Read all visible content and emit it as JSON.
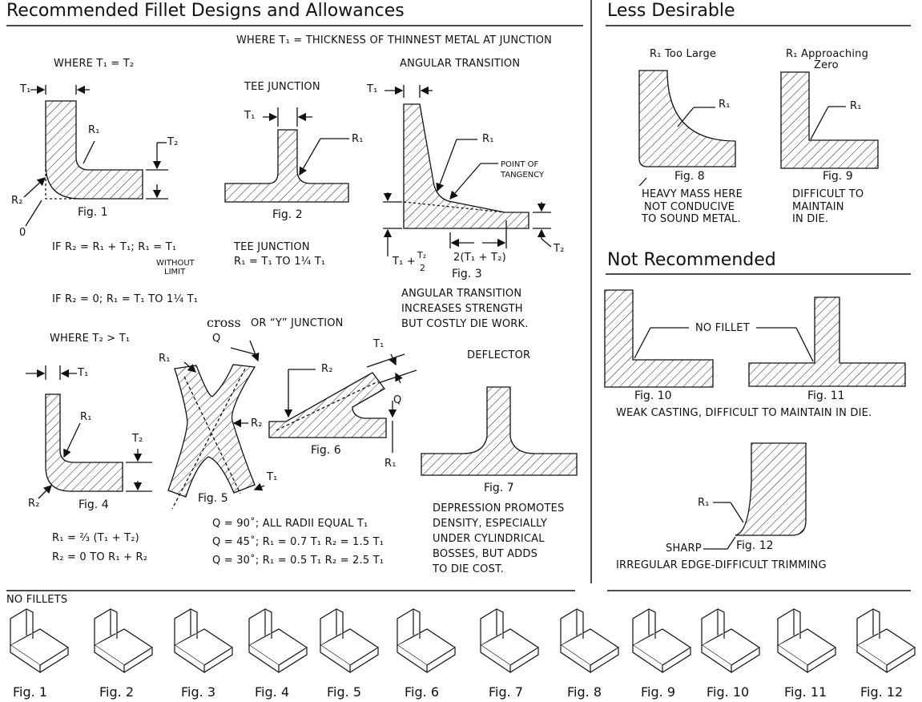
{
  "headers": {
    "recommended": "Recommended Fillet Designs and Allowances",
    "less_desirable": "Less Desirable",
    "not_recommended": "Not Recommended",
    "no_fillets": "NO FILLETS"
  },
  "notes": {
    "where_t1": "WHERE T₁ = THICKNESS OF THINNEST METAL AT JUNCTION",
    "where_t1_t2": "WHERE T₁ = T₂",
    "where_t2_gt_t1": "WHERE T₂ > T₁",
    "tee_junction": "TEE JUNCTION",
    "angular_transition": "ANGULAR TRANSITION",
    "cross_word": "cross",
    "cross_rest": "OR “Y” JUNCTION",
    "deflector": "DEFLECTOR",
    "point_of_tangency_1": "POINT OF",
    "point_of_tangency_2": "TANGENCY"
  },
  "formulas": {
    "fig1_a": "IF R₂ = R₁ + T₁; R₁ = T₁",
    "without_limit_1": "WITHOUT",
    "without_limit_2": "LIMIT",
    "fig1_b": "IF R₂ = 0; R₁ = T₁ TO 1¼ T₁",
    "tee_1": "TEE JUNCTION",
    "tee_2": "R₁ = T₁ TO 1¼ T₁",
    "fig4_a": "R₁ = ⅔ (T₁ + T₂)",
    "fig4_b": "R₂ = 0 TO R₁ + R₂",
    "q90": "Q = 90˚; ALL RADII EQUAL T₁",
    "q45": "Q = 45˚; R₁ = 0.7 T₁ R₂ = 1.5 T₁",
    "q30": "Q = 30˚; R₁ = 0.5 T₁ R₂ = 2.5 T₁",
    "fig3_t1": "T₁ +",
    "fig3_t2_num": "T₂",
    "fig3_t2_den": "2",
    "fig3_two": "2(T₁ + T₂)"
  },
  "captions": {
    "angular_1": "ANGULAR TRANSITION",
    "angular_2": "INCREASES STRENGTH",
    "angular_3": "BUT COSTLY DIE WORK.",
    "dep_1": "DEPRESSION PROMOTES",
    "dep_2": "DENSITY, ESPECIALLY",
    "dep_3": "UNDER CYLINDRICAL",
    "dep_4": "BOSSES, BUT ADDS",
    "dep_5": "TO DIE COST.",
    "heavy_1": "HEAVY MASS HERE",
    "heavy_2": "NOT CONDUCIVE",
    "heavy_3": "TO SOUND METAL.",
    "diff_1": "DIFFICULT TO",
    "diff_2": "MAINTAIN",
    "diff_3": "IN DIE.",
    "weak": "WEAK CASTING, DIFFICULT TO MAINTAIN IN DIE.",
    "irregular": "IRREGULAR EDGE-DIFFICULT TRIMMING",
    "sharp": "SHARP",
    "no_fillet": "NO FILLET",
    "r1_too_large": "R₁ Too Large",
    "r1_approaching_1": "R₁ Approaching",
    "r1_approaching_2": "Zero"
  },
  "labels": {
    "t1": "T₁",
    "t2": "T₂",
    "r1": "R₁",
    "r2": "R₂",
    "zero": "0",
    "q": "Q"
  },
  "figures": {
    "f1": "Fig. 1",
    "f2": "Fig. 2",
    "f3": "Fig. 3",
    "f4": "Fig. 4",
    "f5": "Fig. 5",
    "f6": "Fig. 6",
    "f7": "Fig. 7",
    "f8": "Fig. 8",
    "f9": "Fig. 9",
    "f10": "Fig. 10",
    "f11": "Fig. 11",
    "f12": "Fig. 12"
  },
  "bottom_row": [
    "Fig. 1",
    "Fig. 2",
    "Fig. 3",
    "Fig. 4",
    "Fig. 5",
    "Fig. 6",
    "Fig. 7",
    "Fig. 8",
    "Fig. 9",
    "Fig. 10",
    "Fig. 11",
    "Fig. 12"
  ]
}
